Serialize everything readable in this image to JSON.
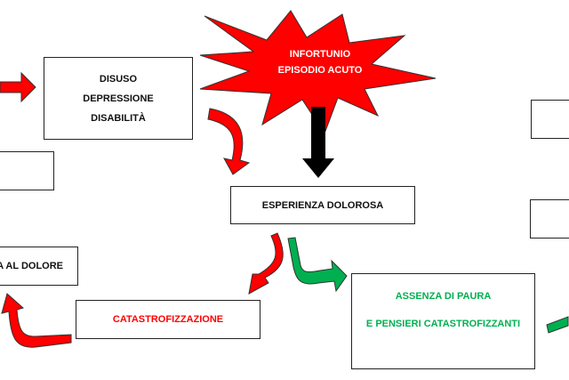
{
  "starburst": {
    "line1": "INFORTUNIO",
    "line2": "EPISODIO ACUTO"
  },
  "boxes": {
    "disuso": {
      "lines": [
        "DISUSO",
        "DEPRESSIONE",
        "DISABILITÀ"
      ]
    },
    "esperienza": {
      "label": "ESPERIENZA DOLOROSA"
    },
    "dolore": {
      "label": "A AL DOLORE"
    },
    "catastrofizzazione": {
      "label": "CATASTROFIZZAZIONE"
    },
    "assenza": {
      "lines": [
        "ASSENZA DI PAURA",
        "E PENSIERI CATASTROFIZZANTI"
      ]
    }
  },
  "colors": {
    "red": "#ff0000",
    "green": "#00b050",
    "black": "#000000"
  }
}
